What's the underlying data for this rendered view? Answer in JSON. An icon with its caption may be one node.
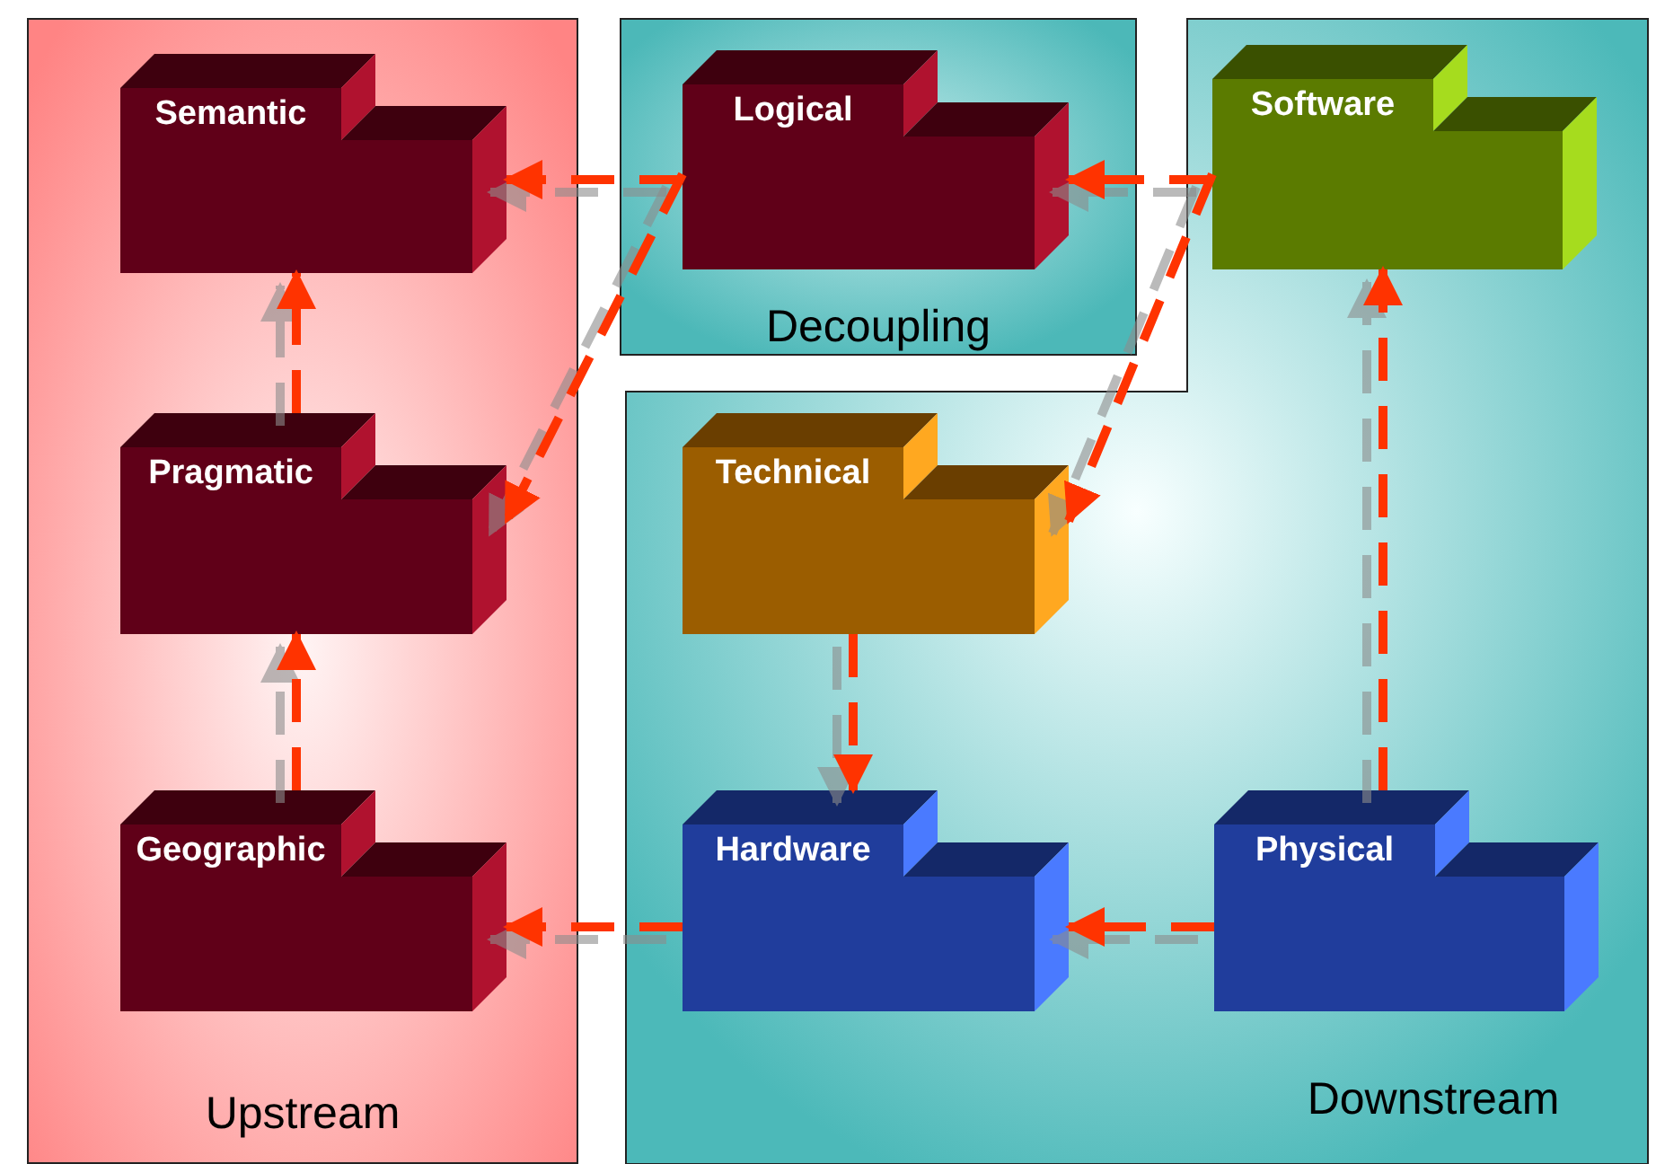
{
  "diagram": {
    "nodes": [
      {
        "text": [
          "Upstream"
        ]
      },
      {
        "text": [
          "Semantic"
        ],
        "in": 0
      },
      {
        "text": [
          "Pragmatic"
        ],
        "in": 0
      },
      {
        "text": [
          "Geographic"
        ],
        "in": 0
      },
      {
        "text": [
          "Decoupling"
        ]
      },
      {
        "text": [
          "Logical"
        ],
        "in": 4
      },
      {
        "text": [
          "Downstream"
        ]
      },
      {
        "text": [
          "Software"
        ],
        "in": 6
      },
      {
        "text": [
          "Technical"
        ],
        "in": 6
      },
      {
        "text": [
          "Hardware"
        ],
        "in": 6
      },
      {
        "text": [
          "Physical"
        ],
        "in": 6
      }
    ],
    "edges": [
      {
        "from": 5,
        "to": 1,
        "arrow": "to",
        "style": "dashed"
      },
      {
        "from": 5,
        "to": 2,
        "arrow": "to",
        "style": "dashed"
      },
      {
        "from": 7,
        "to": 5,
        "arrow": "to",
        "style": "dashed"
      },
      {
        "from": 7,
        "to": 8,
        "arrow": "to",
        "style": "dashed"
      },
      {
        "from": 8,
        "to": 9,
        "arrow": "to",
        "style": "dashed"
      },
      {
        "from": 10,
        "to": 7,
        "arrow": "to",
        "style": "dashed"
      },
      {
        "from": 10,
        "to": 9,
        "arrow": "to",
        "style": "dashed"
      },
      {
        "from": 9,
        "to": 3,
        "arrow": "to",
        "style": "dashed"
      },
      {
        "from": 3,
        "to": 2,
        "arrow": "to",
        "style": "dashed"
      },
      {
        "from": 2,
        "to": 1,
        "arrow": "to",
        "style": "dashed"
      }
    ]
  }
}
